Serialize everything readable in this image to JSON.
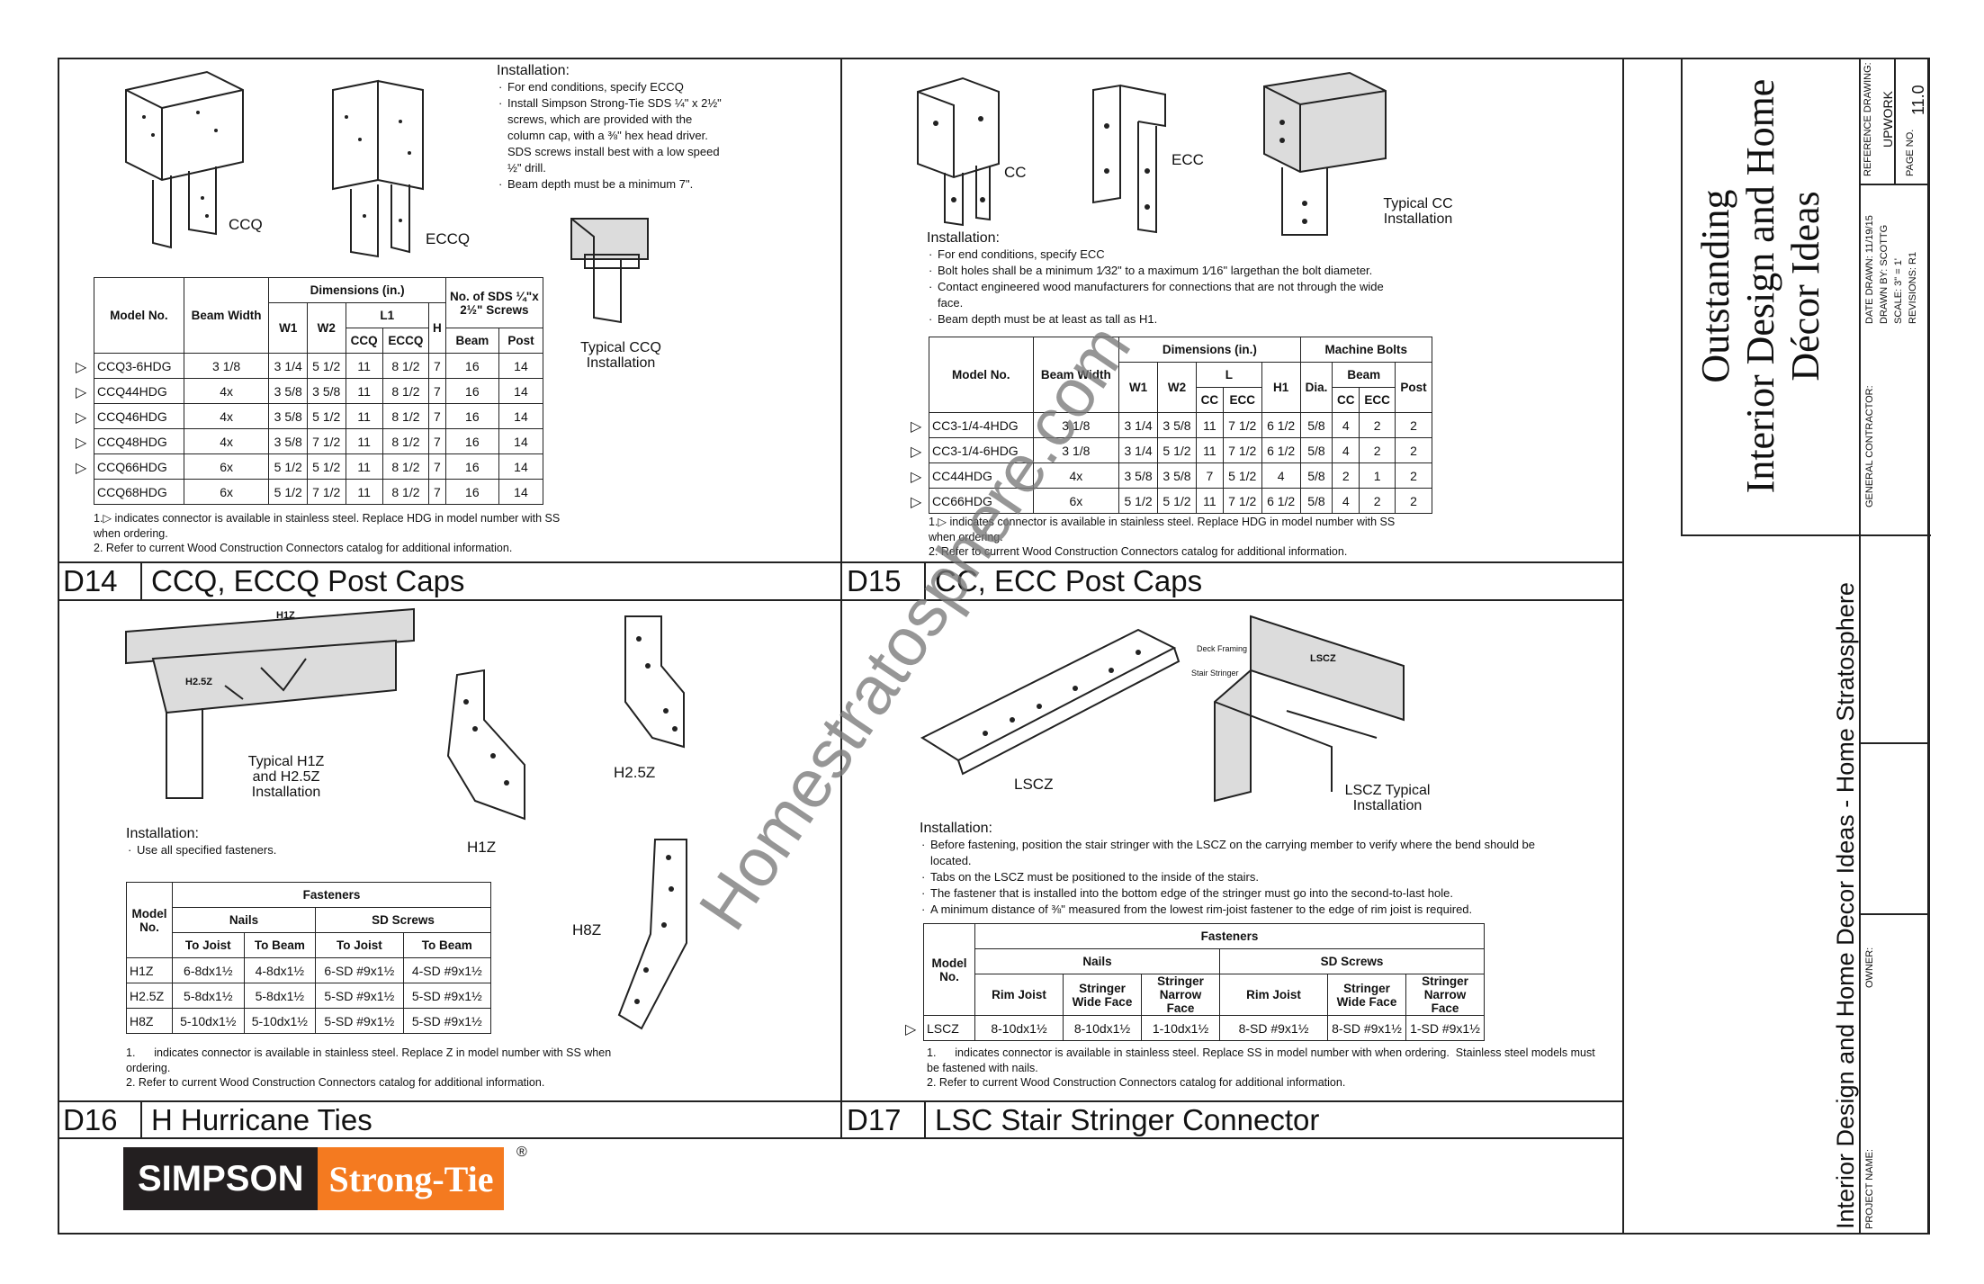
{
  "d14": {
    "code": "D14",
    "title": "CCQ, ECCQ Post Caps",
    "label_ccq": "CCQ",
    "label_eccq": "ECCQ",
    "label_typical": "Typical CCQ\nInstallation",
    "installation_heading": "Installation:",
    "installation": [
      "For end conditions, specify ECCQ",
      "Install Simpson Strong-Tie SDS ¼\" x 2½\" screws, which are provided with the column cap, with a ⅜\" hex head driver.  SDS screws install best with a low speed ½\" drill.",
      "Beam depth must be a minimum 7\"."
    ],
    "headers": {
      "model": "Model No.",
      "beam_width": "Beam Width",
      "dimensions": "Dimensions (in.)",
      "w1": "W1",
      "w2": "W2",
      "l1": "L1",
      "ccq": "CCQ",
      "eccq": "ECCQ",
      "h": "H",
      "screws": "No. of SDS ¼\"x 2½\" Screws",
      "beam": "Beam",
      "post": "Post"
    },
    "rows": [
      {
        "ss": true,
        "cells": [
          "CCQ3-6HDG",
          "3 1/8",
          "3 1/4",
          "5 1/2",
          "11",
          "8 1/2",
          "7",
          "16",
          "14"
        ]
      },
      {
        "ss": true,
        "cells": [
          "CCQ44HDG",
          "4x",
          "3 5/8",
          "3 5/8",
          "11",
          "8 1/2",
          "7",
          "16",
          "14"
        ]
      },
      {
        "ss": true,
        "cells": [
          "CCQ46HDG",
          "4x",
          "3 5/8",
          "5 1/2",
          "11",
          "8 1/2",
          "7",
          "16",
          "14"
        ]
      },
      {
        "ss": true,
        "cells": [
          "CCQ48HDG",
          "4x",
          "3 5/8",
          "7 1/2",
          "11",
          "8 1/2",
          "7",
          "16",
          "14"
        ]
      },
      {
        "ss": true,
        "cells": [
          "CCQ66HDG",
          "6x",
          "5 1/2",
          "5 1/2",
          "11",
          "8 1/2",
          "7",
          "16",
          "14"
        ]
      },
      {
        "ss": false,
        "cells": [
          "CCQ68HDG",
          "6x",
          "5 1/2",
          "7 1/2",
          "11",
          "8 1/2",
          "7",
          "16",
          "14"
        ]
      }
    ],
    "footnote1": "1.▷ indicates connector is available in stainless steel. Replace HDG in model number with SS when ordering.",
    "footnote2": "2. Refer to current Wood Construction Connectors catalog for additional information."
  },
  "d15": {
    "code": "D15",
    "title": "CC, ECC Post Caps",
    "label_cc": "CC",
    "label_ecc": "ECC",
    "label_typical": "Typical CC\nInstallation",
    "installation_heading": "Installation:",
    "installation": [
      "For end conditions, specify ECC",
      "Bolt holes shall be a minimum 1⁄32\" to a maximum 1⁄16\" largethan the bolt diameter.",
      "Contact engineered wood manufacturers for connections that are not through the wide face.",
      "Beam depth must be at least as tall as H1."
    ],
    "headers": {
      "model": "Model No.",
      "beam_width": "Beam Width",
      "dimensions": "Dimensions (in.)",
      "w1": "W1",
      "w2": "W2",
      "l": "L",
      "cc": "CC",
      "ecc": "ECC",
      "h1": "H1",
      "bolts": "Machine Bolts",
      "dia": "Dia.",
      "beam": "Beam",
      "post": "Post"
    },
    "rows": [
      {
        "ss": true,
        "cells": [
          "CC3-1/4-4HDG",
          "3 1/8",
          "3 1/4",
          "3 5/8",
          "11",
          "7 1/2",
          "6 1/2",
          "5/8",
          "4",
          "2",
          "2"
        ]
      },
      {
        "ss": true,
        "cells": [
          "CC3-1/4-6HDG",
          "3 1/8",
          "3 1/4",
          "5 1/2",
          "11",
          "7 1/2",
          "6 1/2",
          "5/8",
          "4",
          "2",
          "2"
        ]
      },
      {
        "ss": true,
        "cells": [
          "CC44HDG",
          "4x",
          "3 5/8",
          "3 5/8",
          "7",
          "5 1/2",
          "4",
          "5/8",
          "2",
          "1",
          "2"
        ]
      },
      {
        "ss": true,
        "cells": [
          "CC66HDG",
          "6x",
          "5 1/2",
          "5 1/2",
          "11",
          "7 1/2",
          "6 1/2",
          "5/8",
          "4",
          "2",
          "2"
        ]
      }
    ],
    "footnote1": "1.▷ indicates connector is available in stainless steel. Replace HDG in model number with SS when ordering.",
    "footnote2": "2. Refer to current Wood Construction Connectors catalog for additional information."
  },
  "d16": {
    "code": "D16",
    "title": "H Hurricane Ties",
    "label_typical": "Typical H1Z\nand H2.5Z\nInstallation",
    "label_h1z": "H1Z",
    "label_h25z": "H2.5Z",
    "label_h8z": "H8Z",
    "callout_h1z": "H1Z",
    "callout_h25z": "H2.5Z",
    "installation_heading": "Installation:",
    "installation": [
      "Use all specified fasteners."
    ],
    "headers": {
      "model": "Model No.",
      "fasteners": "Fasteners",
      "nails": "Nails",
      "sd": "SD Screws",
      "to_joist": "To Joist",
      "to_beam": "To Beam"
    },
    "rows": [
      {
        "cells": [
          "H1Z",
          "6-8dx1½",
          "4-8dx1½",
          "6-SD #9x1½",
          "4-SD #9x1½"
        ]
      },
      {
        "cells": [
          "H2.5Z",
          "5-8dx1½",
          "5-8dx1½",
          "5-SD #9x1½",
          "5-SD #9x1½"
        ]
      },
      {
        "cells": [
          "H8Z",
          "5-10dx1½",
          "5-10dx1½",
          "5-SD #9x1½",
          "5-SD #9x1½"
        ]
      }
    ],
    "footnote1": "1.      indicates connector is available in stainless steel. Replace Z in model number with SS when ordering.",
    "footnote2": "2. Refer to current Wood Construction Connectors catalog for additional information."
  },
  "d17": {
    "code": "D17",
    "title": "LSC Stair Stringer Connector",
    "label_lscz": "LSCZ",
    "label_typical": "LSCZ Typical\nInstallation",
    "callout_deck": "Deck Framing",
    "callout_stair": "Stair Stringer",
    "callout_lscz": "LSCZ",
    "installation_heading": "Installation:",
    "installation": [
      "Before fastening, position the stair stringer with the LSCZ on the carrying member to verify where the bend should be located.",
      "Tabs on the LSCZ must be positioned to the inside of the stairs.",
      "The fastener that is installed into the bottom edge of the stringer must go into the second-to-last hole.",
      "A minimum distance of ⅜\" measured from the lowest rim-joist fastener to the edge of rim joist is required."
    ],
    "headers": {
      "model": "Model No.",
      "fasteners": "Fasteners",
      "nails": "Nails",
      "sd": "SD Screws",
      "rim": "Rim Joist",
      "wide": "Stringer Wide Face",
      "narrow": "Stringer Narrow Face"
    },
    "rows": [
      {
        "ss": true,
        "cells": [
          "LSCZ",
          "8-10dx1½",
          "8-10dx1½",
          "1-10dx1½",
          "8-SD #9x1½",
          "8-SD #9x1½",
          "1-SD #9x1½"
        ]
      }
    ],
    "footnote1": "1.      indicates connector is available in stainless steel. Replace SS in model number with when ordering.  Stainless steel models must be fastened with nails.",
    "footnote2": "2. Refer to current Wood Construction Connectors catalog for additional information."
  },
  "title_block": {
    "title": "Outstanding\nInterior Design and Home\nDécor Ideas",
    "reference_drawing": "REFERENCE DRAWING:",
    "client": "UPWORK",
    "page_no_label": "PAGE NO.",
    "page_no": "11.0",
    "date_drawn": "DATE DRAWN: 11/19/15",
    "drawn_by": "DRAWN BY: SCOTTG",
    "scale": "SCALE: 3\" = 1'",
    "revisions": "REVISIONS: R1",
    "general_contractor": "GENERAL CONTRACTOR:",
    "owner": "OWNER:",
    "project_name_label": "PROJECT NAME:",
    "project_name": "Interior Design and Home Decor Ideas - Home Stratosphere"
  },
  "logo": {
    "simpson": "SIMPSON",
    "strongtie": "Strong-Tie",
    "reg": "®"
  },
  "watermark": "Homestratosphere.com",
  "ss_symbol": "▷"
}
